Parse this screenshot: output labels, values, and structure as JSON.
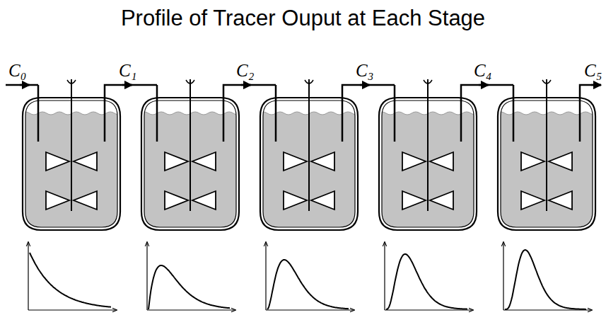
{
  "diagram": {
    "title": "Profile of Tracer Ouput at Each Stage",
    "labels": [
      "C₀",
      "C₁",
      "C₂",
      "C₃",
      "C₄",
      "C₅"
    ]
  }
}
